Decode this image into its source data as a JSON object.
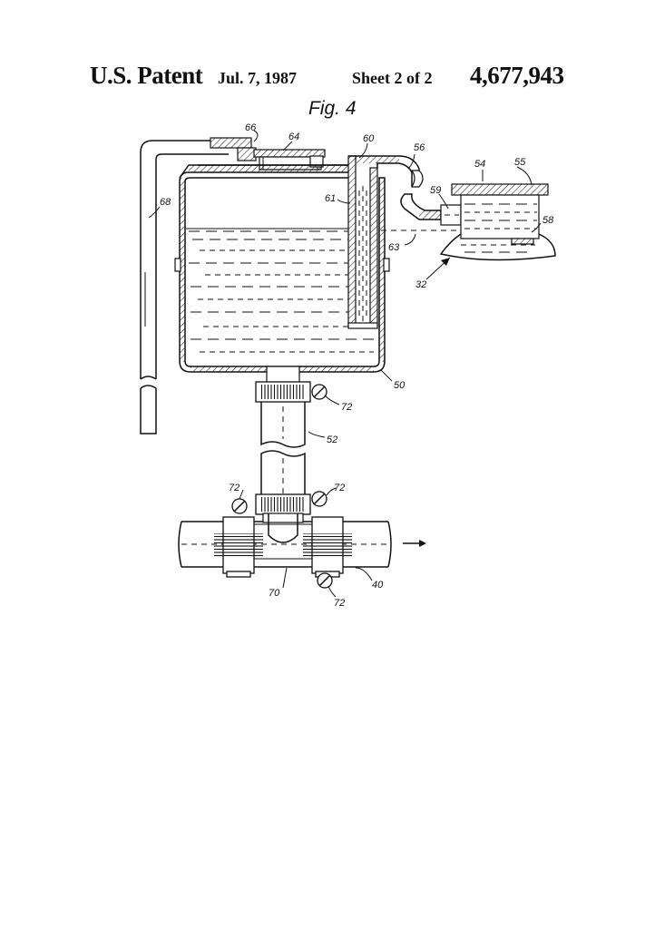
{
  "header": {
    "patent": "U.S. Patent",
    "date": "Jul. 7, 1987",
    "sheet": "Sheet 2 of 2",
    "number": "4,677,943"
  },
  "figure": {
    "title": "Fig. 4",
    "labels": {
      "l66": "66",
      "l64": "64",
      "l60": "60",
      "l56": "56",
      "l54": "54",
      "l55": "55",
      "l68": "68",
      "l61": "61",
      "l59": "59",
      "l58": "58",
      "l63": "63",
      "l32": "32",
      "l50": "50",
      "l72a": "72",
      "l52": "52",
      "l72b": "72",
      "l72c": "72",
      "l40": "40",
      "l70": "70",
      "l72d": "72"
    }
  }
}
